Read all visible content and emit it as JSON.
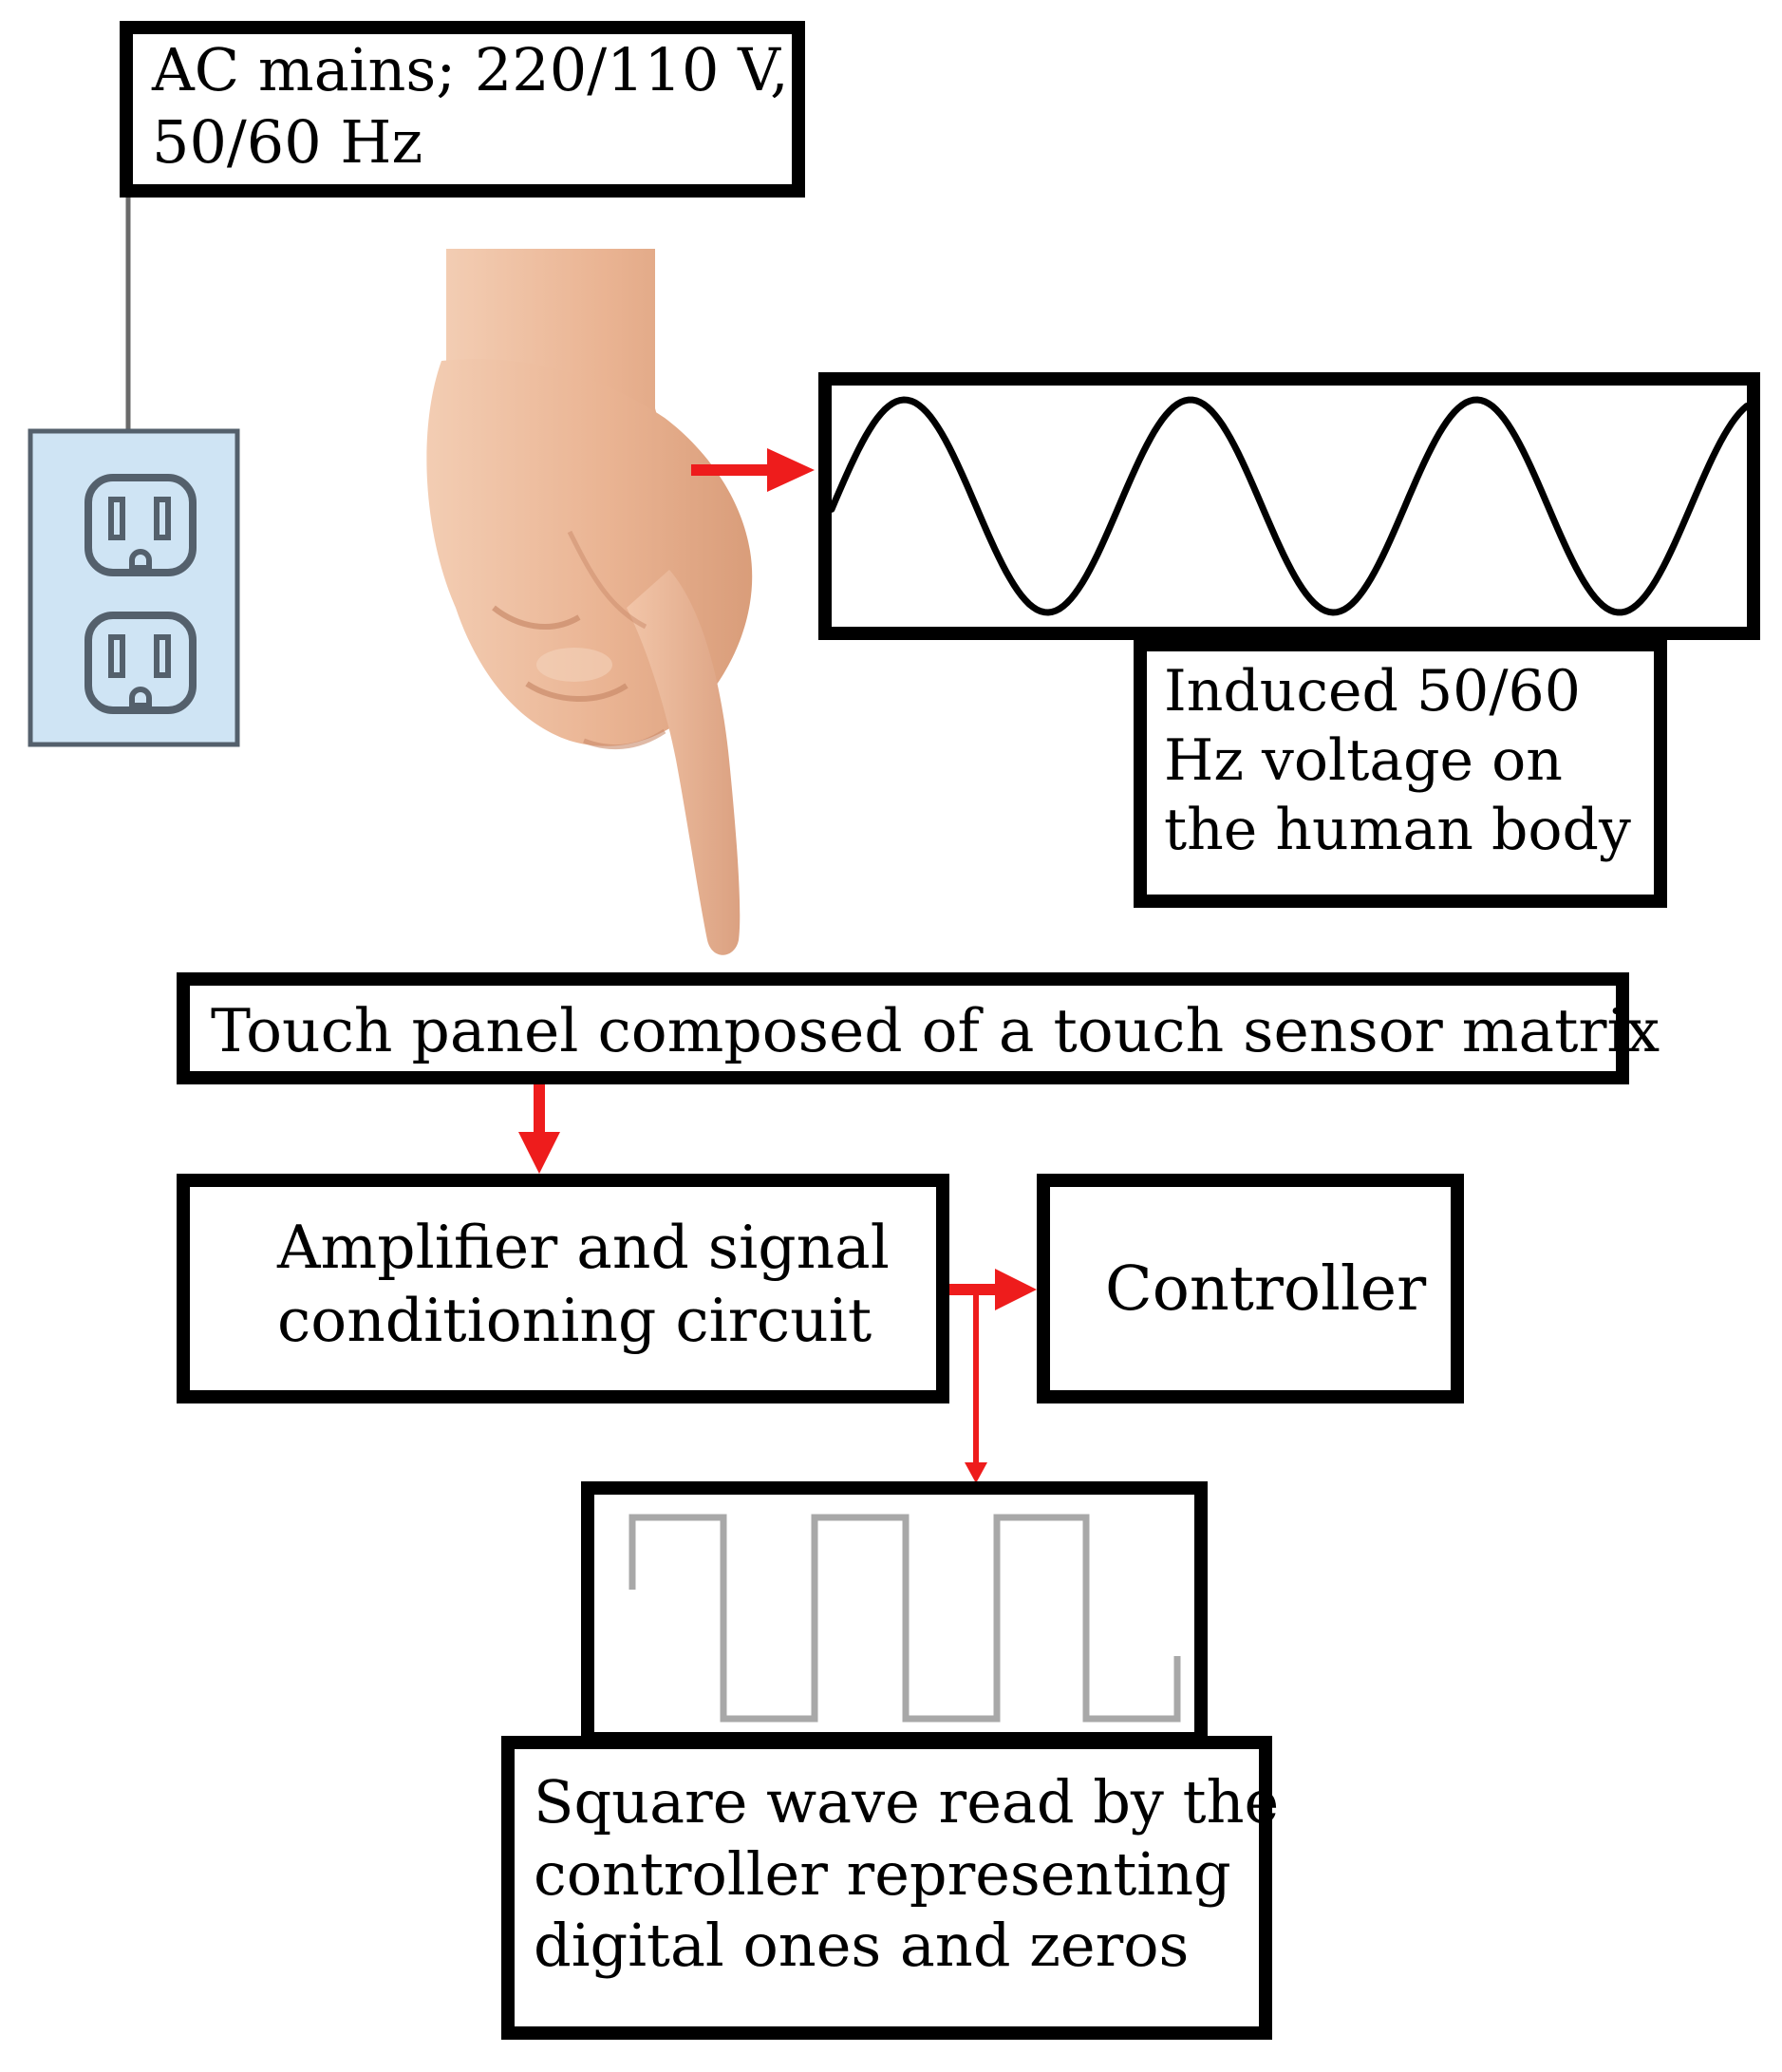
{
  "ac_mains": {
    "lines": [
      "AC mains; 220/110 V,",
      "50/60 Hz"
    ]
  },
  "induced_voltage": {
    "lines": [
      "Induced  50/60",
      "Hz voltage on",
      "the human body"
    ]
  },
  "touch_panel": {
    "label": "Touch panel composed of a touch sensor matrix"
  },
  "amplifier": {
    "lines": [
      "Amplifier and  signal",
      "conditioning circuit"
    ]
  },
  "controller": {
    "label": "Controller"
  },
  "square_wave_caption": {
    "lines": [
      "Square wave read by the",
      "controller representing",
      "digital ones and  zeros"
    ]
  },
  "colors": {
    "arrow": "#ee1c1c",
    "box_border": "#000000",
    "outlet_fill": "#cfe4f4",
    "outlet_stroke": "#54606c",
    "skin": "#eab493",
    "square_wave": "#a8a8a8"
  },
  "icons": [
    "wall-outlet-icon",
    "pointing-hand-icon",
    "sine-wave-icon",
    "square-wave-icon"
  ]
}
